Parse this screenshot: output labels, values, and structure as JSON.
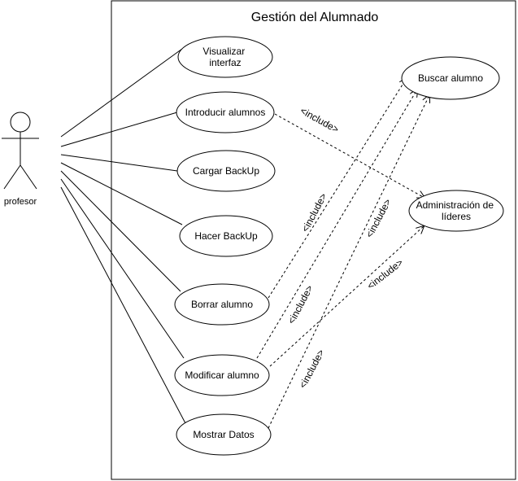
{
  "system": {
    "title": "Gestión del Alumnado"
  },
  "actor": {
    "name": "profesor"
  },
  "use_cases": {
    "visualizar": [
      "Visualizar",
      "interfaz"
    ],
    "introducir": "Introducir alumnos",
    "cargar": "Cargar BackUp",
    "hacer": "Hacer BackUp",
    "borrar": "Borrar alumno",
    "modificar": "Modificar alumno",
    "mostrar": "Mostrar Datos",
    "buscar": "Buscar alumno",
    "administracion": [
      "Administración de",
      "líderes"
    ]
  },
  "relations": {
    "include_label": "<include>"
  }
}
